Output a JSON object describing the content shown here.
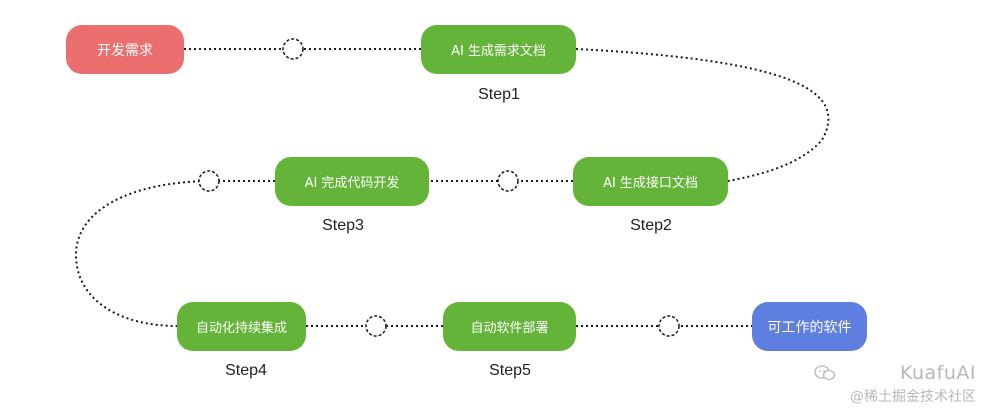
{
  "nodes": {
    "start": "开发需求",
    "step1": "AI 生成需求文档",
    "step2": "AI 生成接口文档",
    "step3": "AI 完成代码开发",
    "step4": "自动化持续集成",
    "step5": "自动软件部署",
    "end": "可工作的软件"
  },
  "steps": {
    "step1": "Step1",
    "step2": "Step2",
    "step3": "Step3",
    "step4": "Step4",
    "step5": "Step5"
  },
  "watermark": {
    "brand": "KuafuAI",
    "site": "@稀土掘金技术社区"
  },
  "colors": {
    "green": "#65b43a",
    "red": "#ec6f6f",
    "blue": "#5e7fe0",
    "connector": "#1a1a1a"
  }
}
